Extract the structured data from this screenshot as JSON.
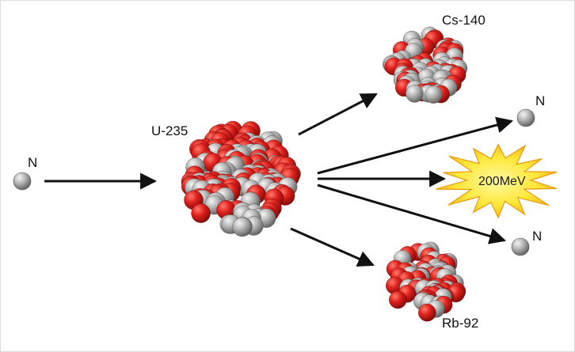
{
  "diagram": {
    "incoming_neutron_label": "N",
    "target_nucleus_label": "U-235",
    "fragment_top_label": "Cs-140",
    "fragment_bottom_label": "Rb-92",
    "neutron_out_top_label": "N",
    "neutron_out_bottom_label": "N",
    "energy_label": "200MeV"
  },
  "colors": {
    "proton": "#e0201c",
    "neutron": "#a3a3a3",
    "arrow": "#111111",
    "burst_outer": "#f6b40e",
    "burst_inner": "#ffe83a"
  }
}
